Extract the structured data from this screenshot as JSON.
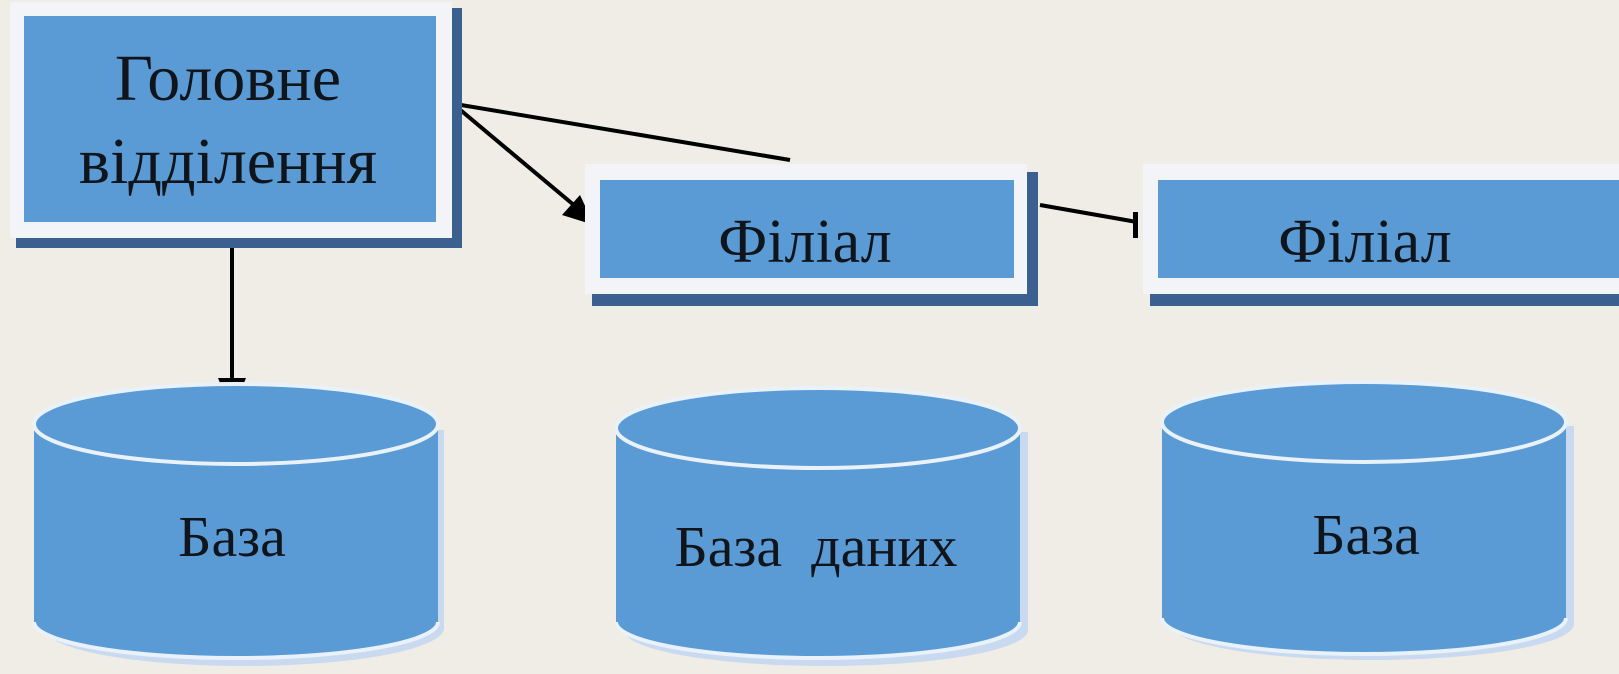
{
  "diagram": {
    "main_office": {
      "line1": "Головне",
      "line2": "відділення"
    },
    "branch_1": {
      "label": "Філіал"
    },
    "branch_2": {
      "label": "Філіал"
    },
    "database_1": {
      "label": "База"
    },
    "database_2": {
      "label": "База  даних"
    },
    "database_3": {
      "label": "База"
    }
  },
  "colors": {
    "background": "#efede6",
    "box_fill": "#5b9bd5",
    "box_frame": "#f3f4f7",
    "box_shadow": "#3b5f8e",
    "db_fill": "#5b9bd5",
    "db_rim": "#e9f2fb",
    "db_shadow": "#c9daf0",
    "arrow": "#000000"
  }
}
